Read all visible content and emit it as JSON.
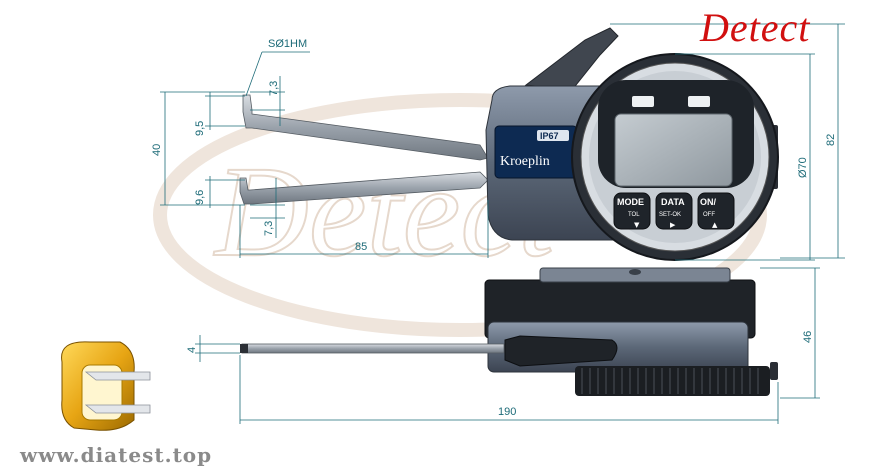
{
  "brand": {
    "name": "Detect",
    "website": "www.diatest.top",
    "color": "#d10f0f"
  },
  "watermark": {
    "text": "Detect"
  },
  "gauge": {
    "maker": "Kroeplin",
    "ip_rating": "IP67",
    "buttons": [
      {
        "label": "MODE",
        "sub": "TOL",
        "arrow": "▼"
      },
      {
        "label": "DATA",
        "sub": "SET-OK",
        "arrow": "▶"
      },
      {
        "label": "ON/",
        "sub": "OFF",
        "arrow": "▲"
      }
    ]
  },
  "dimensions": {
    "tip": "SØ1HM",
    "tip_upper": "7,3",
    "tip_lower": "7,3",
    "jaw_upper": "9,5",
    "jaw_lower": "9,6",
    "range": "40",
    "arm_length": "85",
    "dial_diameter": "Ø70",
    "total_height": "82",
    "thickness": "46",
    "arm_thickness": "4",
    "total_length": "190"
  },
  "colors": {
    "dimension": "#1d6b78",
    "body": "#6a7789",
    "dark": "#22262c"
  }
}
